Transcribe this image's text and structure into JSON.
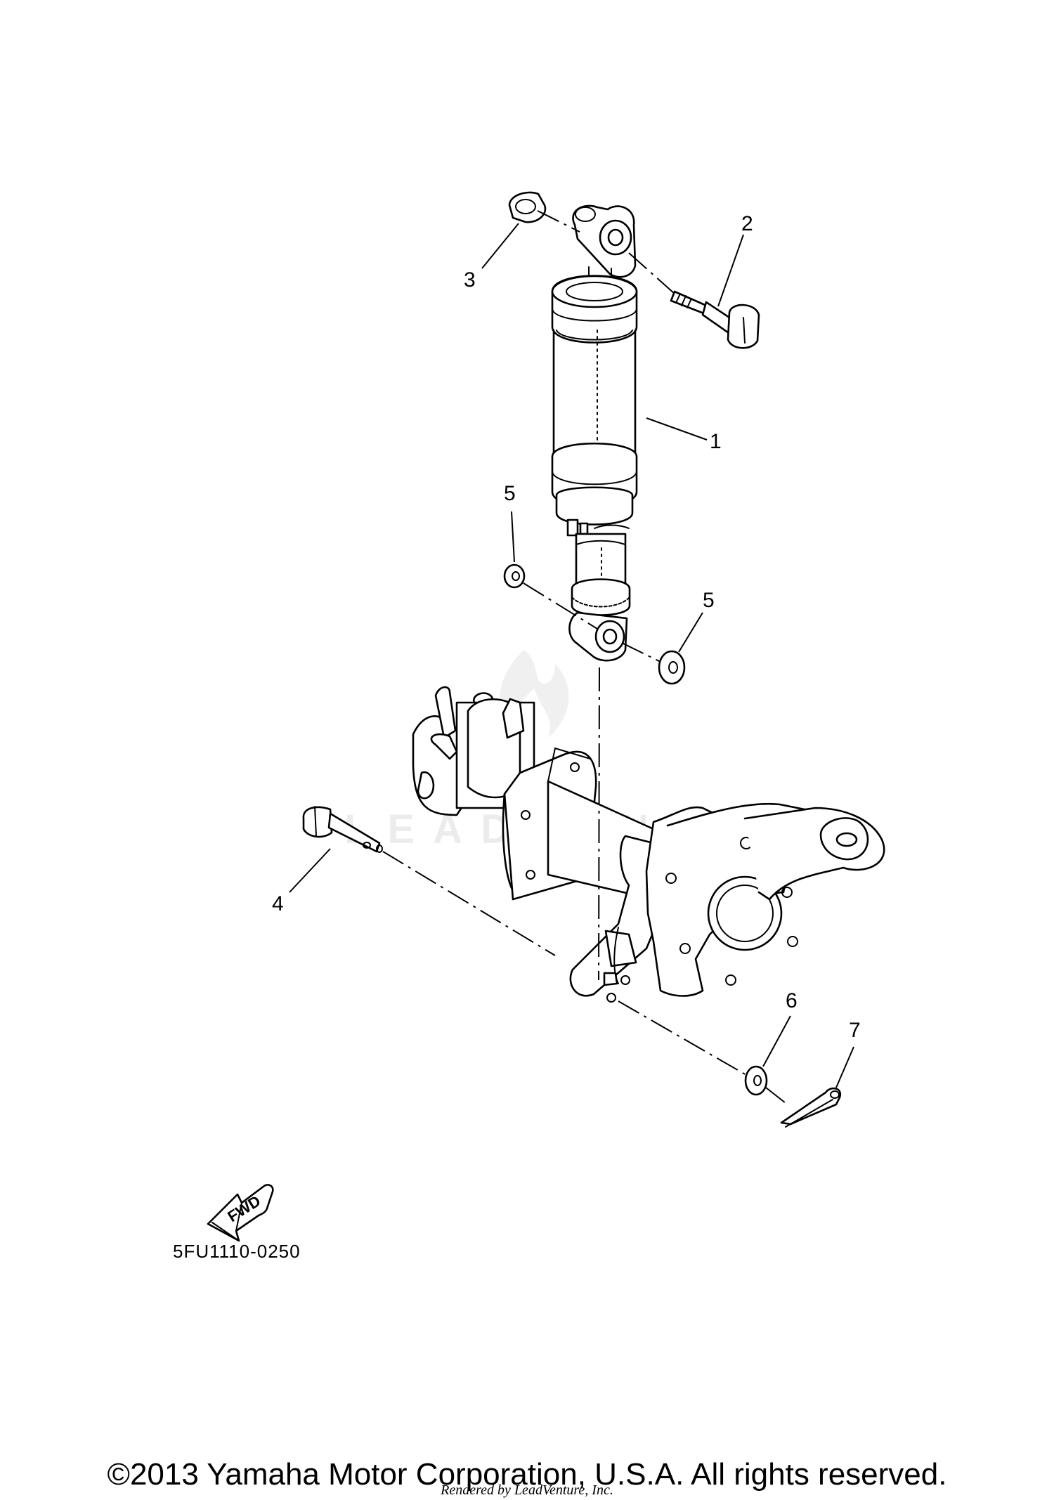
{
  "diagram": {
    "diagram_code": "5FU1110-0250",
    "fwd_label": "FWD",
    "watermark": "LEADVENTURE",
    "copyright": "©2013 Yamaha Motor Corporation, U.S.A. All rights reserved.",
    "rendered_by": "Rendered by LeadVenture, Inc.",
    "callouts": [
      {
        "number": "1",
        "part": "rear-shock-absorber"
      },
      {
        "number": "2",
        "part": "bolt"
      },
      {
        "number": "3",
        "part": "nut"
      },
      {
        "number": "4",
        "part": "bolt"
      },
      {
        "number": "5",
        "part": "washer"
      },
      {
        "number": "5",
        "part": "washer"
      },
      {
        "number": "6",
        "part": "washer"
      },
      {
        "number": "7",
        "part": "cotter-pin"
      }
    ]
  }
}
